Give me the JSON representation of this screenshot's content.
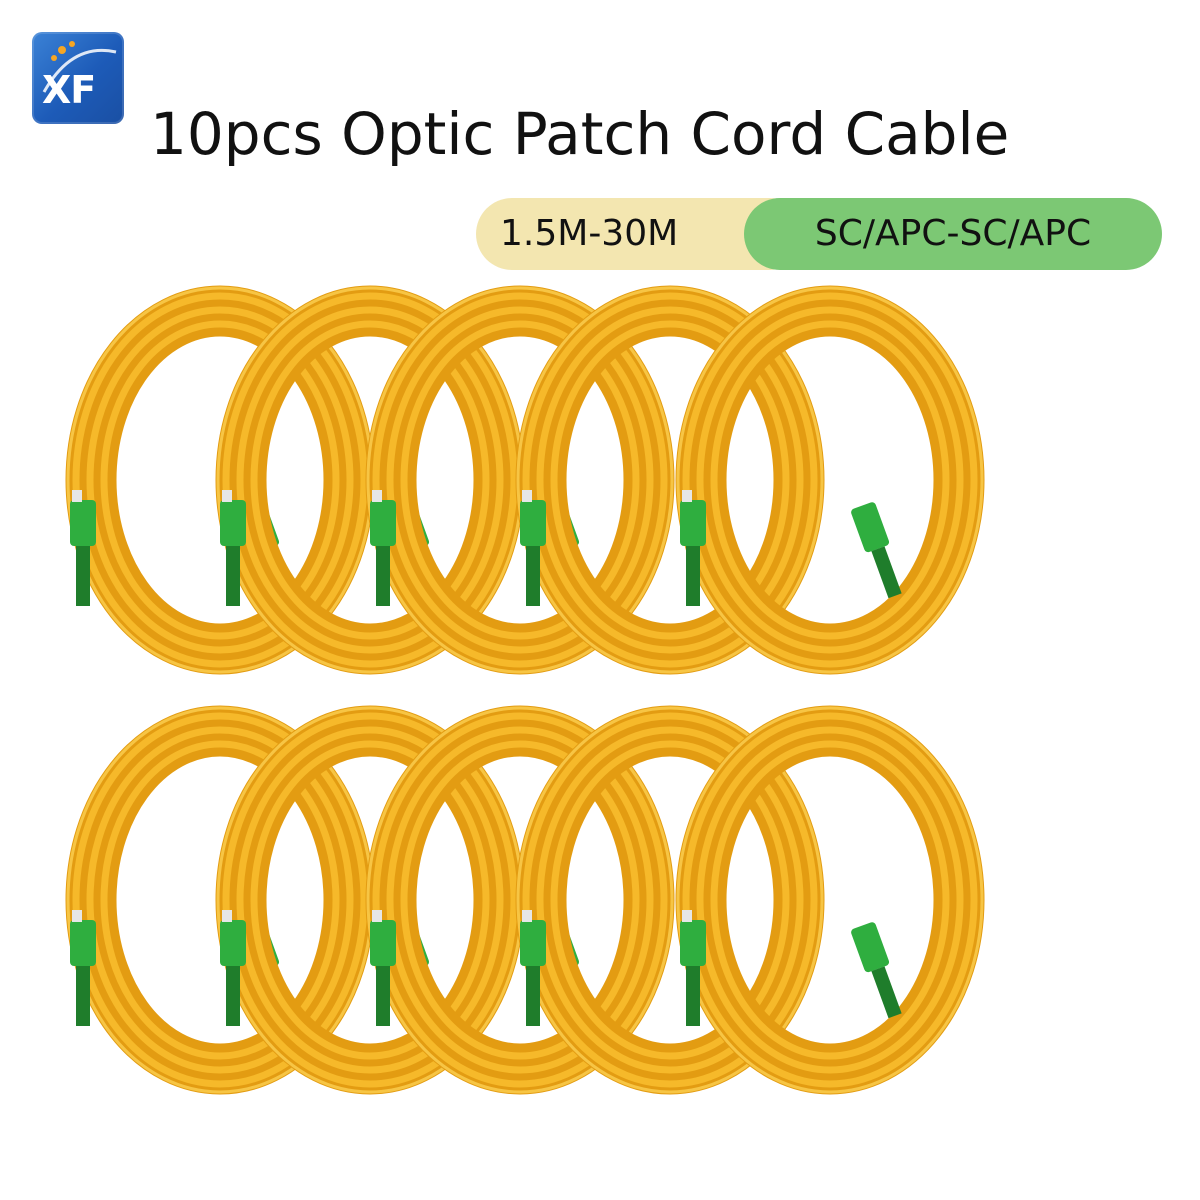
{
  "brand": {
    "logo_text": "XF"
  },
  "header": {
    "title": "10pcs Optic Patch Cord Cable"
  },
  "tags": {
    "length": "1.5M-30M",
    "connector": "SC/APC-SC/APC"
  },
  "colors": {
    "cable": "#f6b92a",
    "cable_dark": "#e39c12",
    "cable_light": "#ffd75a",
    "connector": "#2fae3f",
    "connector_dark": "#1f7d2b",
    "pill_length_bg": "#f3e6b0",
    "pill_connector_bg": "#7cc874"
  },
  "product": {
    "coil_count": 10
  }
}
